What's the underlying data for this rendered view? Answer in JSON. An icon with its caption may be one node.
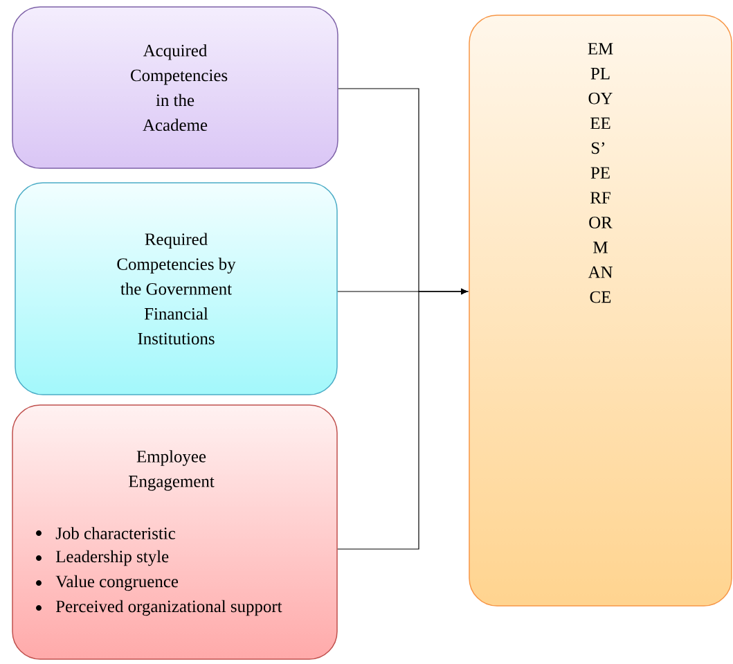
{
  "diagram": {
    "nodes": [
      {
        "text": [
          "Acquired Competencies in the Academe"
        ]
      },
      {
        "text": [
          "Required Competencies by the Government Financial Institutions"
        ]
      },
      {
        "text": [
          "Employee Engagement",
          "Job characteristic",
          "Leadership style",
          "Value congruence",
          "Perceived organizational support"
        ]
      },
      {
        "text": [
          "EMPLOYEES’ PERFORMANCE"
        ]
      }
    ],
    "edges": [
      {
        "from": 0,
        "to": 3,
        "arrow": "to"
      },
      {
        "from": 1,
        "to": 3,
        "arrow": "to"
      },
      {
        "from": 2,
        "to": 3,
        "arrow": "to"
      }
    ]
  }
}
